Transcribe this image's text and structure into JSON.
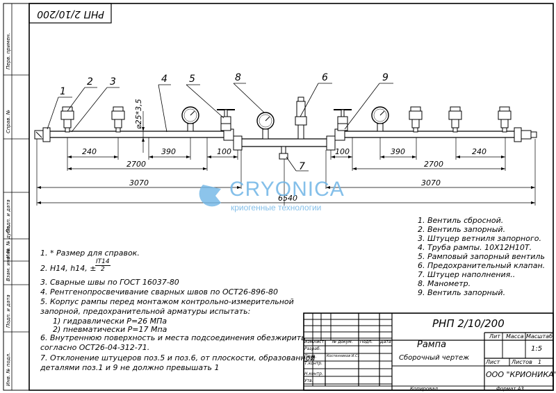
{
  "stamp_code": "РНП 2/10/200",
  "side_labels": [
    "Перв. примен.",
    "Справ. №",
    "Подп. и дата",
    "Инв. № дубл.",
    "Взам. инв. №",
    "Подп. и дата",
    "Инв. № подл."
  ],
  "callouts": [
    "1",
    "2",
    "3",
    "4",
    "5",
    "8",
    "6",
    "9",
    "7"
  ],
  "dimensions": {
    "d_pipe": "⌀25*3,5",
    "left_240": "240",
    "left_390": "390",
    "left_100": "100",
    "right_100": "100",
    "right_390": "390",
    "right_240": "240",
    "left_2700": "2700",
    "right_2700": "2700",
    "left_3070": "3070",
    "right_3070": "3070",
    "total_6540": "6540"
  },
  "watermark": {
    "name": "CRYONICA",
    "subtitle": "криогенные технологии",
    "color": "#6fb5e6"
  },
  "notes": [
    "1.  * Размер для справок.",
    "2.  H14, h14, ±",
    "3.  Сварные швы по ГОСТ 16037-80",
    "4.  Рентгенопросвечивание сварных швов по ОСТ26-896-80",
    "5.  Корпус   рампы   перед   монтажом   контрольно-измерительной",
    "запорной, предохранительной арматуры испытать:",
    "1) гидравлически P=26 МПа",
    "2) пневматически P=17 Мпа",
    "6.  Внутреннюю  поверхность  и  места  подсоединения  обезжирить",
    "согласно ОСТ26-04-312-71.",
    "7.  Отклонение штуцеров поз.5 и поз.6, от плоскости, образованной",
    "деталями поз.1 и 9 не должно превышать 1"
  ],
  "tolerance_fraction": {
    "num": "IT14",
    "den": "2"
  },
  "parts": [
    "1. Вентиль сбросной.",
    "2. Вентиль запорный.",
    "3. Штуцер ветниля запорного.",
    "4. Труба рампы. 10Х12Н10Т.",
    "5. Рамповый запорный вентиль",
    "6. Предохранительный клапан.",
    "7. Штуцер наполнения..",
    "8. Манометр.",
    "9. Вентиль запорный."
  ],
  "title_block": {
    "doc_code": "РНП 2/10/200",
    "name": "Рампа",
    "subname": "Сборочный чертеж",
    "lit": "Лит",
    "mass": "Масса",
    "scale_h": "Масштаб",
    "scale": "1:5",
    "sheet": "Лист",
    "sheets": "Листов",
    "sheets_n": "1",
    "org": "ООО \"КРИОНИКА\"",
    "copied": "Копировал",
    "format": "Формат  А3",
    "row_izm": "Изм.",
    "row_list": "Лист",
    "row_doc": "№ докум.",
    "row_podp": "Подп.",
    "row_data": "Дата",
    "r_razr": "Разраб.",
    "r_prov": "Пров.",
    "r_tkontr": "Т.контр.",
    "r_nkontr": "Н.контр.",
    "r_utv": "Утв.",
    "prov_name": "Костенников И.С."
  }
}
